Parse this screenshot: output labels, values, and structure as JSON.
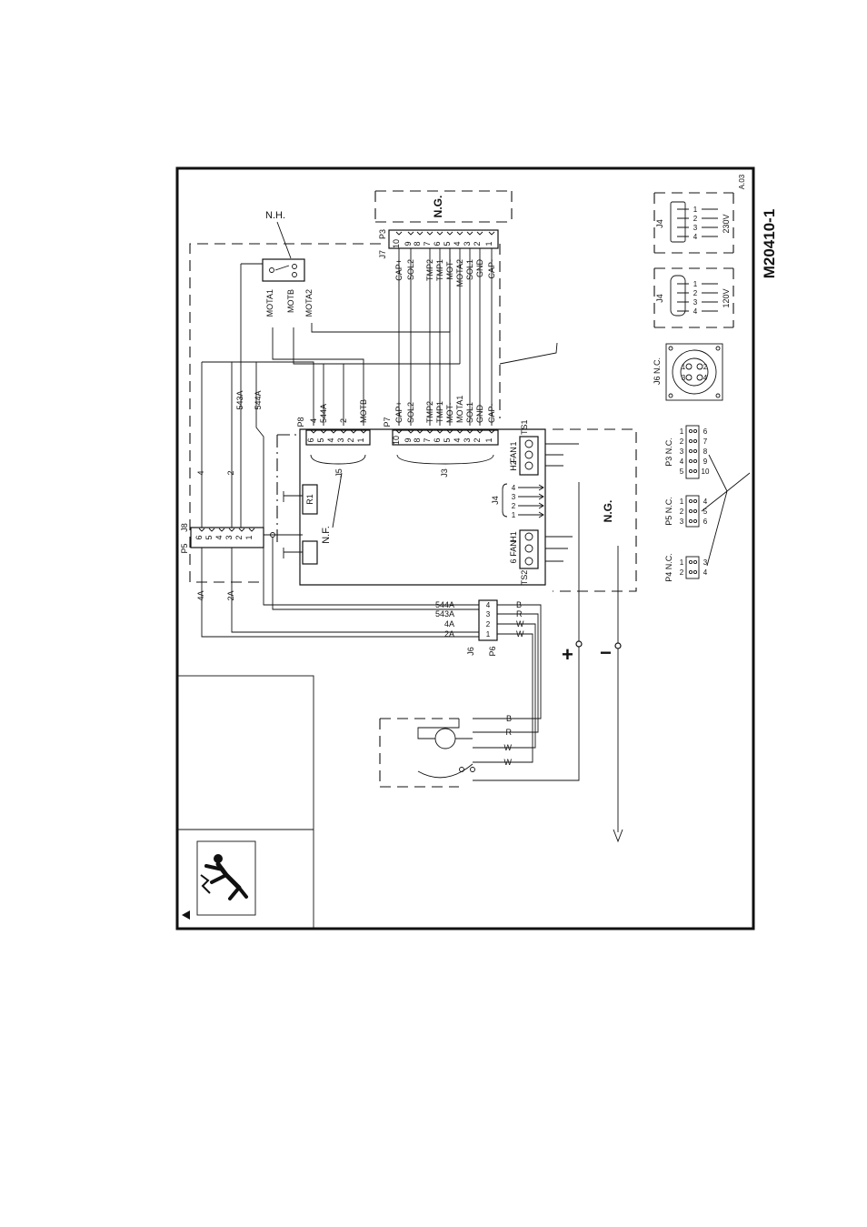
{
  "drawing": {
    "number": "M20410-1",
    "revision": "A.03"
  },
  "labels": {
    "nh": "N.H.",
    "nf": "N.F.",
    "ng": "N.G.",
    "r1": "R1",
    "plus": "+",
    "minus": "−"
  },
  "p3_top": {
    "connector": "P3",
    "mate": "J7",
    "pins": [
      "10",
      "9",
      "8",
      "7",
      "6",
      "5",
      "4",
      "3",
      "2",
      "1"
    ],
    "signals": [
      "CAP+",
      "SOL2",
      "TMP2",
      "TMP1",
      "MOT-",
      "MOTA2",
      "SOL1",
      "GND",
      "CAP-"
    ]
  },
  "relay": {
    "wires": [
      "MOTA1",
      "MOTB",
      "MOTA2"
    ]
  },
  "p8_j5": {
    "connector": "P8",
    "mate": "J5",
    "pins": [
      "6",
      "5",
      "4",
      "3",
      "2",
      "1"
    ],
    "wires": [
      "4",
      "544A",
      "",
      "2",
      "",
      "MOTB"
    ]
  },
  "p7_j3": {
    "connector": "P7",
    "mate": "J3",
    "pins": [
      "10",
      "9",
      "8",
      "7",
      "6",
      "5",
      "4",
      "3",
      "2",
      "1"
    ],
    "signals": [
      "CAP+",
      "SOL2",
      "TMP2",
      "TMP1",
      "MOT-",
      "MOTA1",
      "SOL1",
      "GND",
      "CAP-"
    ]
  },
  "mid_wires": [
    "543A",
    "544A"
  ],
  "p5_j8": {
    "connector": "P5",
    "mate": "J8",
    "pins": [
      "6",
      "5",
      "4",
      "3",
      "2",
      "1"
    ],
    "wires": [
      "4",
      "2",
      "4A",
      "2A"
    ]
  },
  "p6_j6": {
    "connector": "P6",
    "mate": "J6",
    "pins": [
      "4",
      "3",
      "2",
      "1"
    ],
    "left": [
      "544A",
      "543A",
      "4A",
      "2A"
    ],
    "right": [
      "B",
      "R",
      "W",
      "W"
    ]
  },
  "ts1": {
    "name": "TS1",
    "labels": [
      "1",
      "FAN",
      "H2"
    ]
  },
  "ts2": {
    "name": "TS2",
    "labels": [
      "H1",
      "FAN",
      "6"
    ]
  },
  "j4_mid": {
    "name": "J4",
    "pins": [
      "4",
      "3",
      "2",
      "1"
    ]
  },
  "motor": {
    "wires": [
      "B",
      "R",
      "W",
      "W"
    ]
  },
  "j6_nc": {
    "label": "J6  N.C.",
    "pins": [
      "1",
      "2",
      "3",
      "4"
    ]
  },
  "j4_120": {
    "name": "J4",
    "voltage": "120V",
    "pins": [
      "1",
      "2",
      "3",
      "4"
    ]
  },
  "j4_230": {
    "name": "J4",
    "voltage": "230V",
    "pins": [
      "1",
      "2",
      "3",
      "4"
    ]
  },
  "p3_nc": {
    "label": "P3  N.C.",
    "row1": [
      "1",
      "2",
      "3",
      "4",
      "5"
    ],
    "row2": [
      "6",
      "7",
      "8",
      "9",
      "10"
    ]
  },
  "p5_nc": {
    "label": "P5  N.C.",
    "row1": [
      "1",
      "2",
      "3"
    ],
    "row2": [
      "4",
      "5",
      "6"
    ]
  },
  "p4_nc": {
    "label": "P4  N.C.",
    "row1": [
      "1",
      "2"
    ],
    "row2": [
      "3",
      "4"
    ]
  }
}
